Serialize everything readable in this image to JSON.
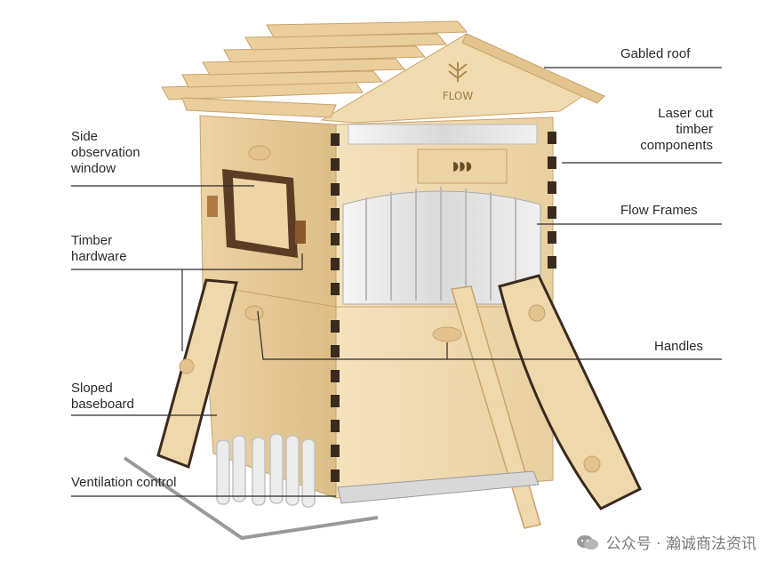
{
  "labels": {
    "gabled_roof": "Gabled roof",
    "laser_cut": "Laser cut\ntimber\ncomponents",
    "flow_frames": "Flow Frames",
    "handles": "Handles",
    "side_window": "Side\nobservation\nwindow",
    "timber_hardware": "Timber\nhardware",
    "sloped_baseboard": "Sloped\nbaseboard",
    "ventilation_control": "Ventilation control"
  },
  "logo_text": "FLOW",
  "watermark": "公众号 · 瀚诚商法资讯",
  "colors": {
    "wood_light": "#f1dcb3",
    "wood_mid": "#e3c48f",
    "wood_dark": "#c9a26a",
    "joint_dark": "#3b2a1e",
    "line": "#2a2a2a"
  }
}
